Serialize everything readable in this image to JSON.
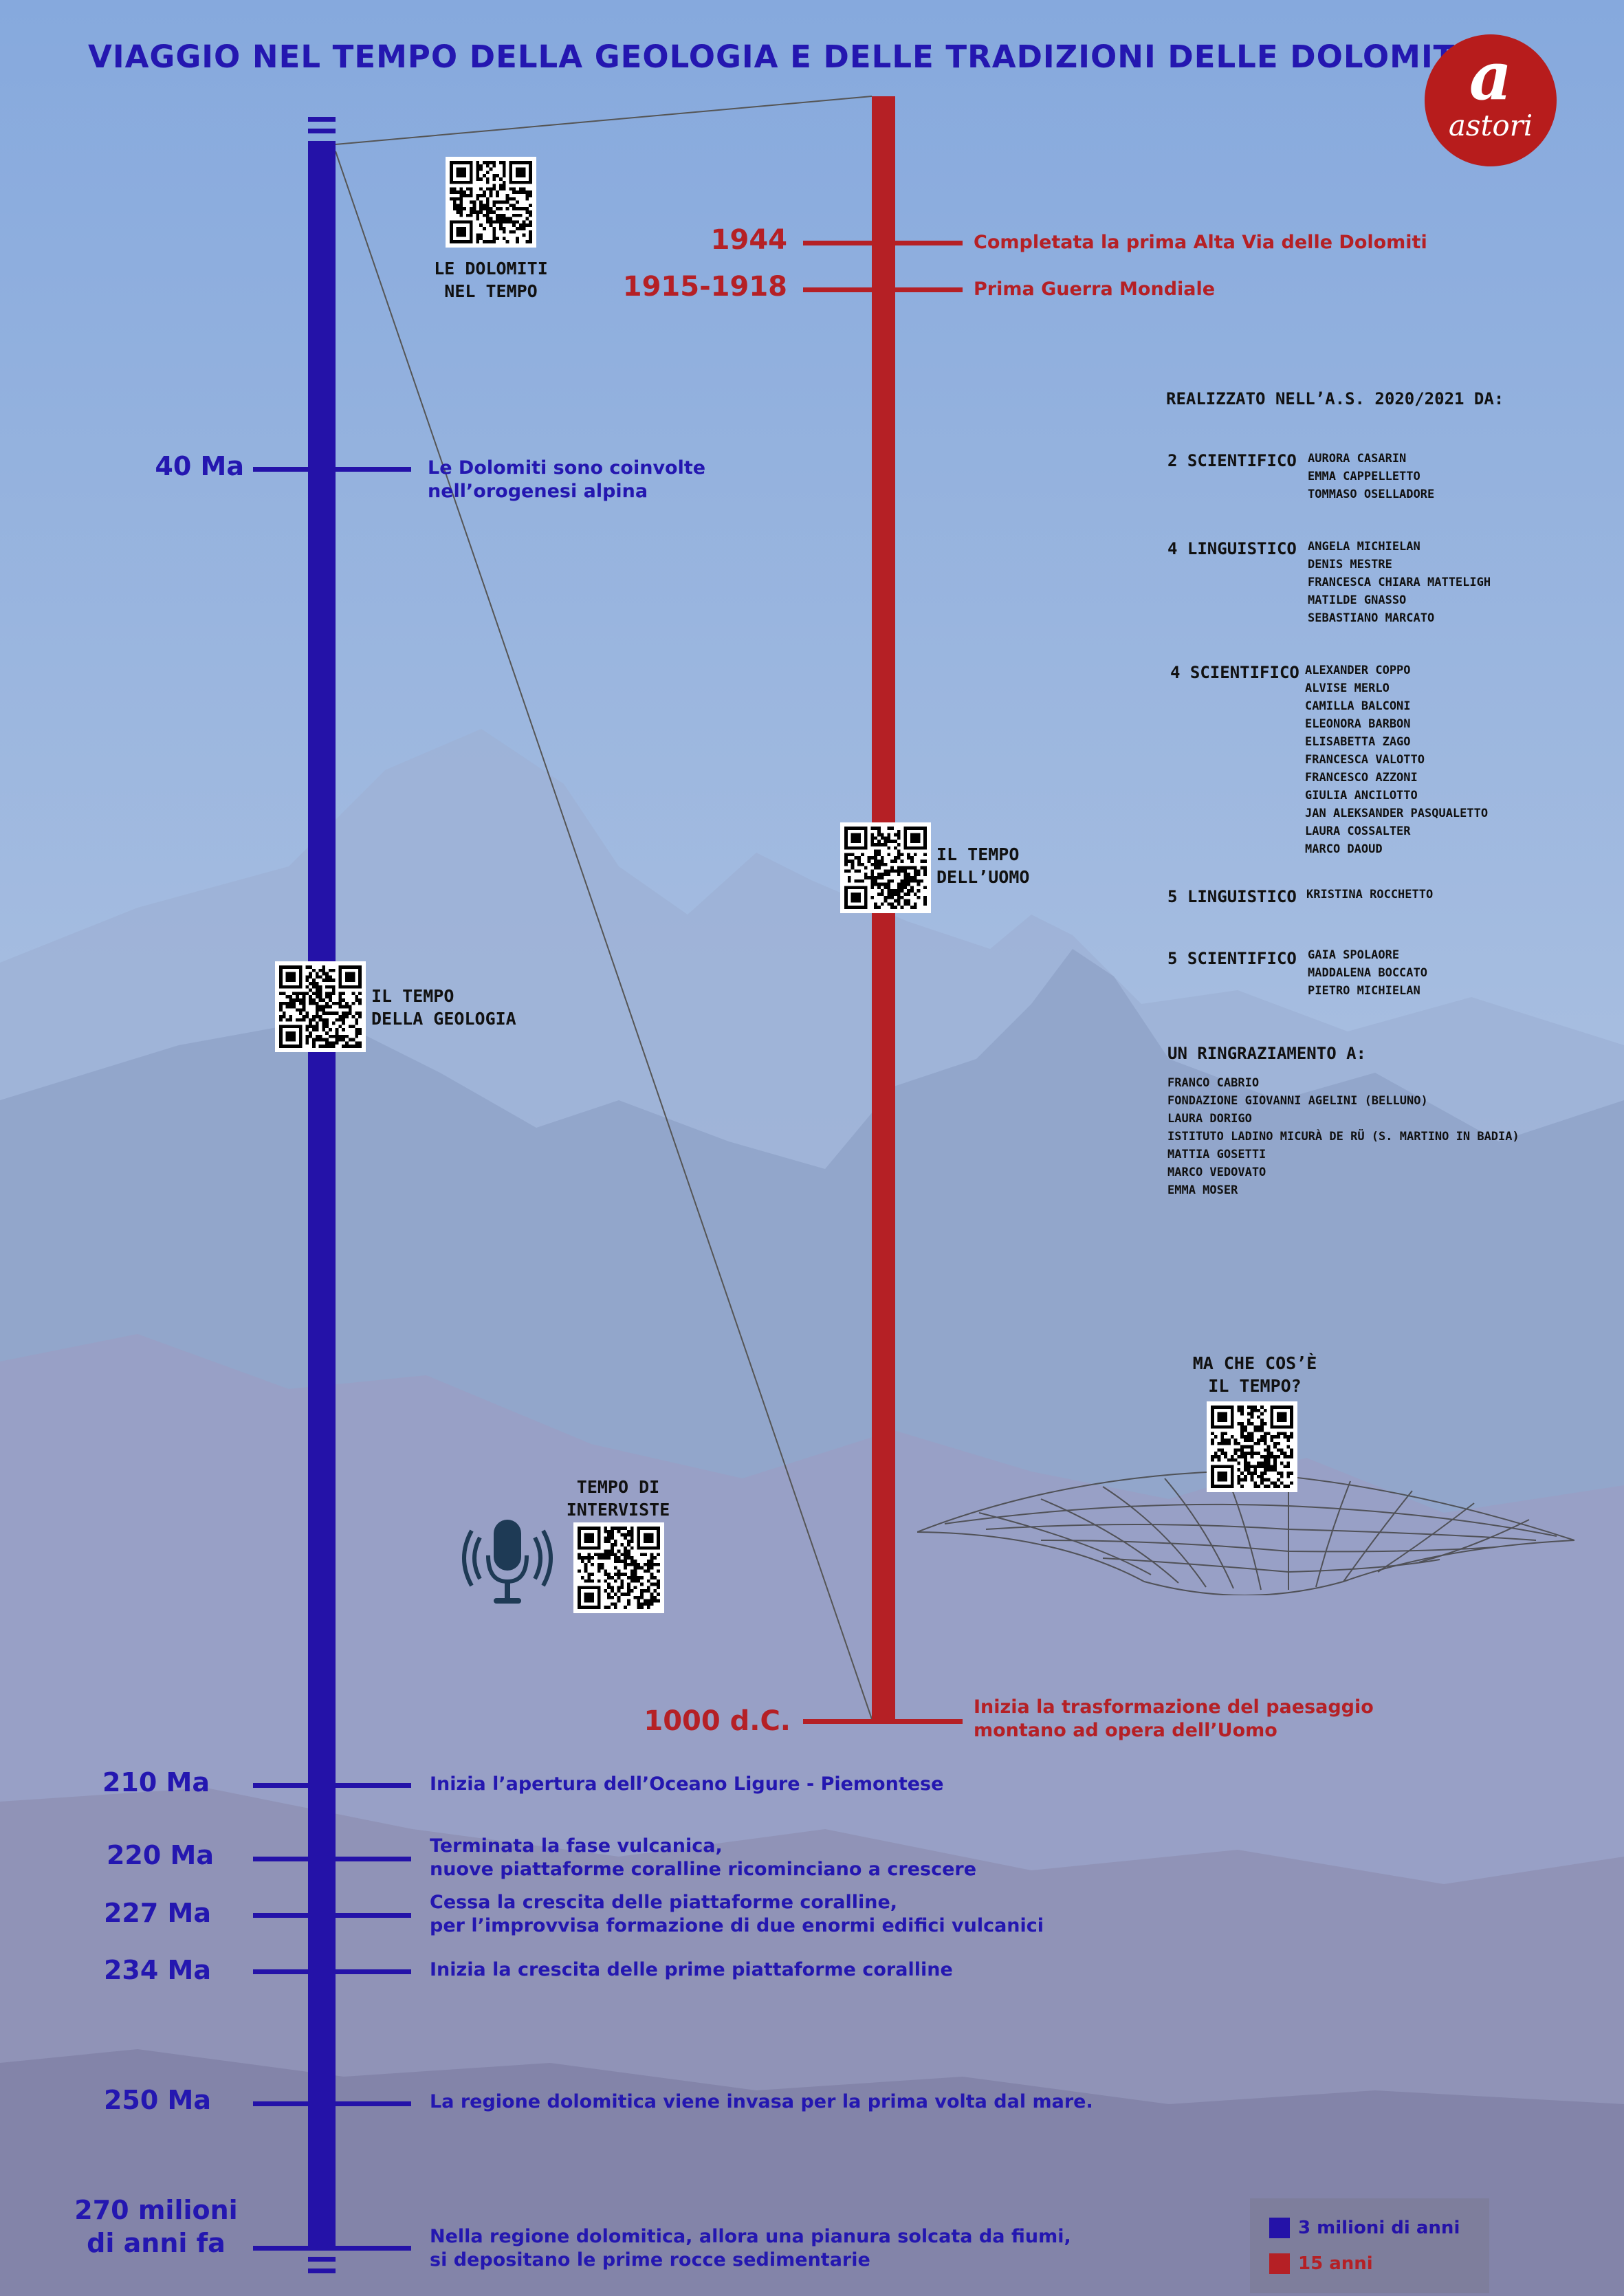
{
  "title": "VIAGGIO NEL TEMPO DELLA GEOLOGIA E DELLE TRADIZIONI DELLE DOLOMITI",
  "logo": {
    "letter": "a",
    "name": "astori",
    "color": "#b71c1c"
  },
  "colors": {
    "geology": "#2412a8",
    "human": "#b52025",
    "title": "#2417b0"
  },
  "geology_timeline": [
    {
      "label": "40 Ma",
      "text": [
        "Le Dolomiti sono coinvolte",
        "nell’orogenesi alpina"
      ]
    },
    {
      "label": "210 Ma",
      "text": [
        "Inizia l’apertura dell’Oceano Ligure - Piemontese"
      ]
    },
    {
      "label": "220 Ma",
      "text": [
        "Terminata la fase vulcanica,",
        "nuove piattaforme coralline ricominciano a crescere"
      ]
    },
    {
      "label": "227 Ma",
      "text": [
        "Cessa la crescita delle piattaforme coralline,",
        "per l’improvvisa formazione di due enormi edifici vulcanici"
      ]
    },
    {
      "label": "234 Ma",
      "text": [
        "Inizia la crescita delle prime piattaforme coralline"
      ]
    },
    {
      "label": "250 Ma",
      "text": [
        "La regione dolomitica viene invasa per la prima volta dal mare."
      ]
    },
    {
      "label": [
        "270 milioni",
        "di anni fa"
      ],
      "text": [
        "Nella regione dolomitica, allora una pianura solcata da fiumi,",
        "si depositano le prime rocce sedimentarie"
      ]
    }
  ],
  "human_timeline": [
    {
      "label": "1944",
      "text": "Completata la prima Alta Via delle Dolomiti"
    },
    {
      "label": "1915-1918",
      "text": "Prima Guerra Mondiale"
    },
    {
      "label": "1000 d.C.",
      "text": [
        "Inizia la trasformazione del paesaggio",
        "montano ad opera dell’Uomo"
      ]
    }
  ],
  "qr_codes": [
    {
      "caption": [
        "LE DOLOMITI",
        "NEL TEMPO"
      ]
    },
    {
      "caption": [
        "IL TEMPO",
        "DELLA GEOLOGIA"
      ]
    },
    {
      "caption": [
        "IL TEMPO",
        "DELL’UOMO"
      ]
    },
    {
      "caption": [
        "TEMPO DI",
        "INTERVISTE"
      ]
    },
    {
      "caption": [
        "MA CHE COS’È",
        "IL TEMPO?"
      ]
    }
  ],
  "credits": {
    "heading": "REALIZZATO NELL’A.S. 2020/2021 DA:",
    "classes": [
      {
        "class": "2 SCIENTIFICO",
        "names": [
          "AURORA CASARIN",
          "EMMA CAPPELLETTO",
          "TOMMASO OSELLADORE"
        ]
      },
      {
        "class": "4 LINGUISTICO",
        "names": [
          "ANGELA MICHIELAN",
          "DENIS MESTRE",
          "FRANCESCA CHIARA MATTELIGH",
          "MATILDE GNASSO",
          "SEBASTIANO MARCATO"
        ]
      },
      {
        "class": "4 SCIENTIFICO",
        "names": [
          "ALEXANDER COPPO",
          "ALVISE MERLO",
          "CAMILLA BALCONI",
          "ELEONORA BARBON",
          "ELISABETTA ZAGO",
          "FRANCESCA VALOTTO",
          "FRANCESCO AZZONI",
          "GIULIA ANCILOTTO",
          "JAN ALEKSANDER PASQUALETTO",
          "LAURA COSSALTER",
          "MARCO DAOUD"
        ]
      },
      {
        "class": "5 LINGUISTICO",
        "names": [
          "KRISTINA ROCCHETTO"
        ]
      },
      {
        "class": "5 SCIENTIFICO",
        "names": [
          "GAIA SPOLAORE",
          "MADDALENA BOCCATO",
          "PIETRO MICHIELAN"
        ]
      }
    ],
    "thanks_heading": "UN RINGRAZIAMENTO A:",
    "thanks": [
      "FRANCO CABRIO",
      "FONDAZIONE GIOVANNI AGELINI (BELLUNO)",
      "LAURA DORIGO",
      "ISTITUTO LADINO MICURÀ DE RÜ (S. MARTINO IN BADIA)",
      "MATTIA GOSETTI",
      "MARCO VEDOVATO",
      "EMMA MOSER"
    ]
  },
  "legend": [
    {
      "text": "3 milioni di anni",
      "color": "#2412a8"
    },
    {
      "text": "15 anni",
      "color": "#b52025"
    }
  ]
}
